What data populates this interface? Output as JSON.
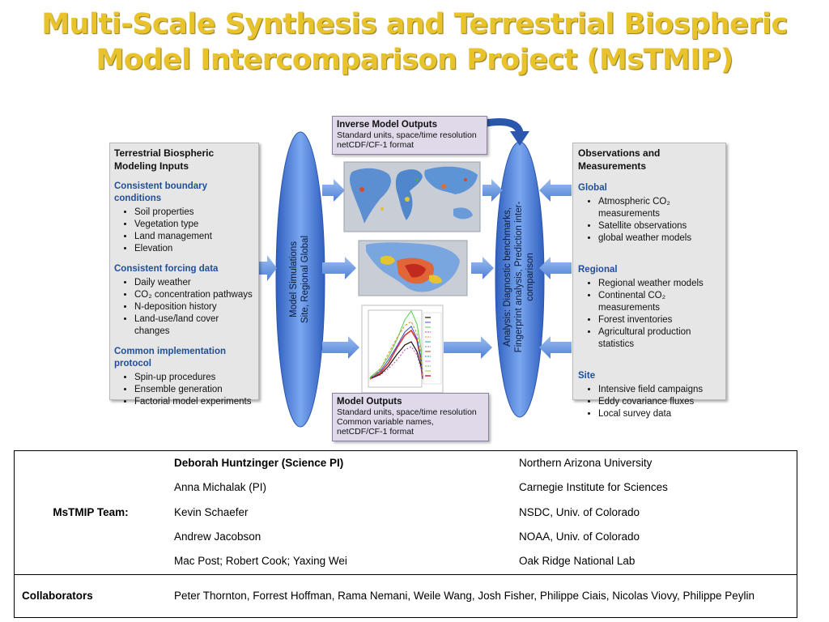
{
  "title": {
    "line1": "Multi-Scale Synthesis and Terrestrial Biospheric",
    "line2": "Model Intercomparison Project (MsTMIP)"
  },
  "inputs_panel": {
    "heading_line1": "Terrestrial Biospheric",
    "heading_line2": "Modeling Inputs",
    "sections": [
      {
        "title": "Consistent boundary conditions",
        "items": [
          "Soil properties",
          "Vegetation type",
          "Land management",
          "Elevation"
        ]
      },
      {
        "title": "Consistent forcing data",
        "items": [
          "Daily weather",
          "CO₂ concentration pathways",
          "N-deposition history",
          "Land-use/land cover changes"
        ]
      },
      {
        "title": "Common implementation protocol",
        "items": [
          "Spin-up procedures",
          "Ensemble generation",
          "Factorial model experiments"
        ]
      }
    ]
  },
  "observations_panel": {
    "heading_line1": "Observations and",
    "heading_line2": "Measurements",
    "sections": [
      {
        "title": "Global",
        "items": [
          "Atmospheric CO₂ measurements",
          "Satellite observations",
          "global weather models"
        ]
      },
      {
        "title": "Regional",
        "items": [
          "Regional weather models",
          "Continental CO₂ measurements",
          "Forest inventories",
          "Agricultural production statistics"
        ]
      },
      {
        "title": "Site",
        "items": [
          "Intensive field campaigns",
          "Eddy covariance fluxes",
          "Local survey data"
        ]
      }
    ]
  },
  "inverse_outputs": {
    "title": "Inverse Model Outputs",
    "line1": "Standard units, space/time resolution",
    "line2": "netCDF/CF-1 format"
  },
  "model_outputs": {
    "title": "Model Outputs",
    "line1": "Standard units, space/time resolution",
    "line2": "Common variable names,",
    "line3": "netCDF/CF-1 format"
  },
  "simulations_ellipse": {
    "line1": "Model Simulations",
    "line2": "Site, Regional Global"
  },
  "analysis_ellipse": {
    "line1": "Analysis: Diagnostic benchmarks,",
    "line2": "Fingerprint analysis, Prediction inter-",
    "line3": "comparison"
  },
  "team_table": {
    "group_label": "MsTMIP Team:",
    "members": [
      {
        "name": "Deborah Huntzinger (Science PI)",
        "affiliation": "Northern Arizona University"
      },
      {
        "name": "Anna Michalak (PI)",
        "affiliation": "Carnegie Institute for Sciences"
      },
      {
        "name": "Kevin Schaefer",
        "affiliation": "NSDC, Univ. of Colorado"
      },
      {
        "name": "Andrew Jacobson",
        "affiliation": "NOAA, Univ. of Colorado"
      },
      {
        "name": "Mac Post; Robert Cook; Yaxing Wei",
        "affiliation": "Oak Ridge National Lab"
      }
    ],
    "collaborators_label": "Collaborators",
    "collaborators": "Peter Thornton, Forrest Hoffman, Rama Nemani, Weile Wang, Josh Fisher, Philippe Ciais, Nicolas Viovy, Philippe Peylin"
  },
  "colors": {
    "title": "#E9C32B",
    "section_heading": "#1f4e9a",
    "ellipse": "#4f7fd6",
    "arrow": "#6f9ee0",
    "output_box": "#e0d9ea"
  }
}
